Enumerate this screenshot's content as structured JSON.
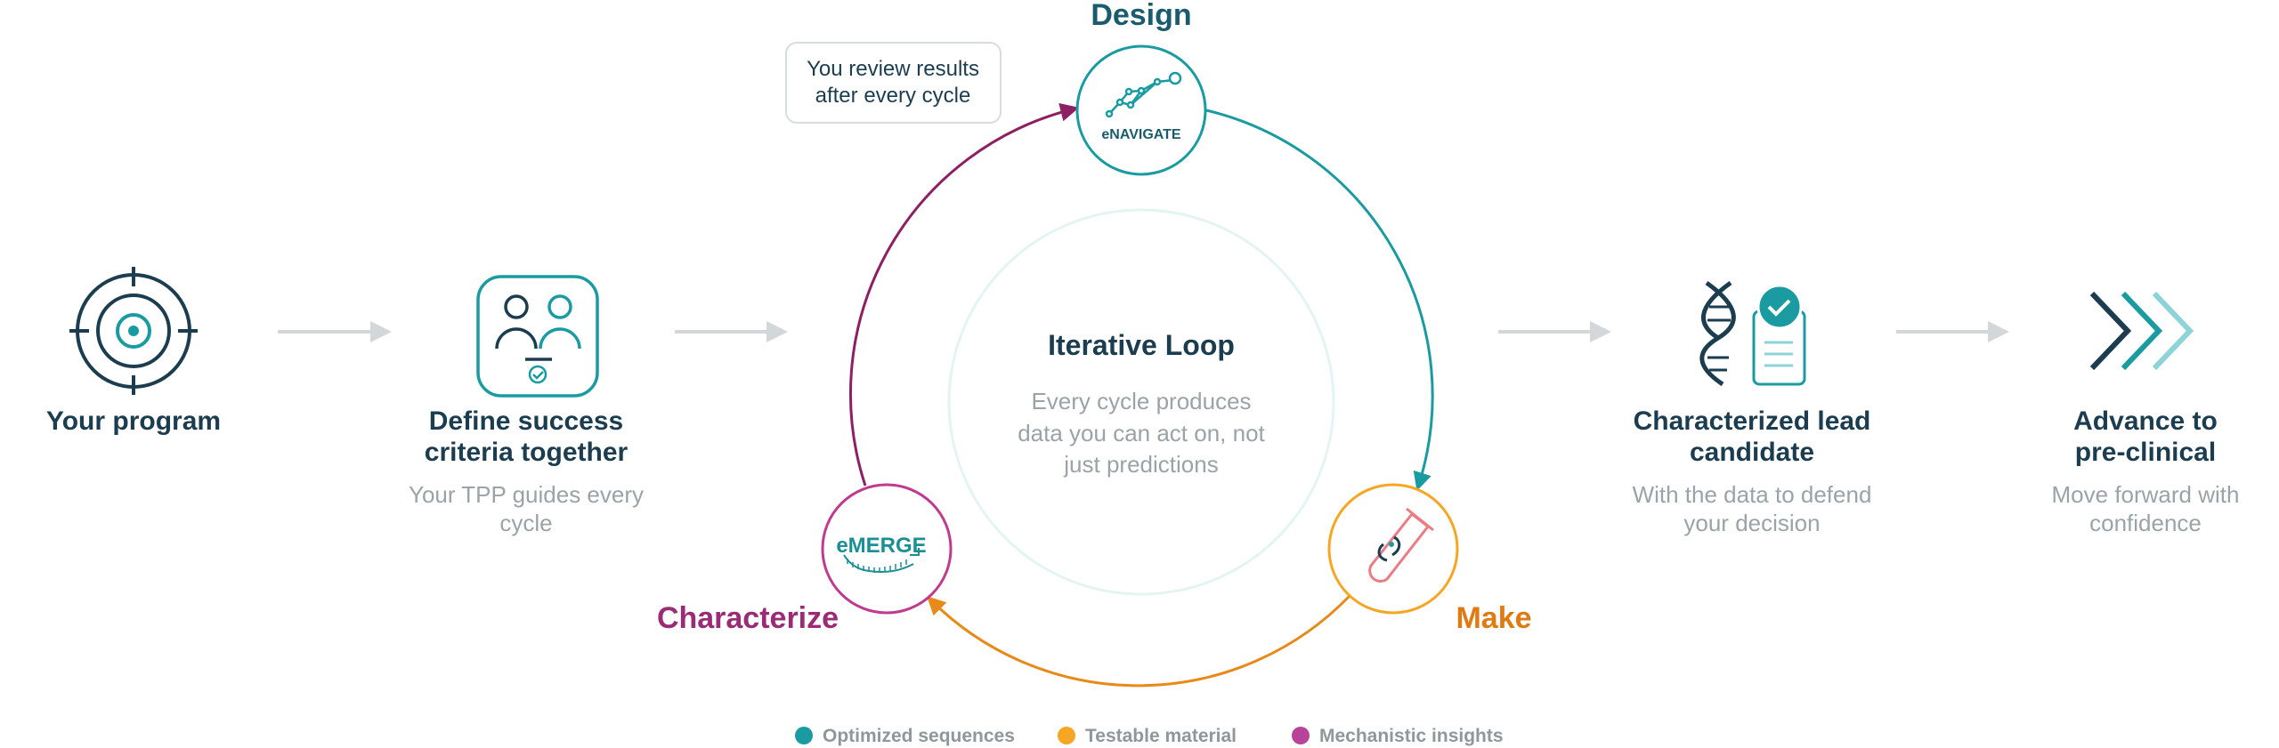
{
  "steps": [
    {
      "id": "program",
      "title_lines": [
        "Your program"
      ],
      "sub_lines": []
    },
    {
      "id": "criteria",
      "title_lines": [
        "Define success",
        "criteria together"
      ],
      "sub_lines": [
        "Your TPP guides every",
        "cycle"
      ]
    },
    {
      "id": "lead",
      "title_lines": [
        "Characterized lead",
        "candidate"
      ],
      "sub_lines": [
        "With the data to defend",
        "your decision"
      ]
    },
    {
      "id": "advance",
      "title_lines": [
        "Advance to",
        "pre-clinical"
      ],
      "sub_lines": [
        "Move forward with",
        "confidence"
      ]
    }
  ],
  "loop": {
    "title": "Iterative Loop",
    "description_lines": [
      "Every cycle produces",
      "data you can act on, not",
      "just predictions"
    ],
    "callout_lines": [
      "You review results",
      "after every cycle"
    ],
    "nodes": {
      "design": {
        "label": "Design",
        "logo": "eNAVIGATE",
        "color": "#1a9ba1",
        "icon": "network-graph-icon"
      },
      "make": {
        "label": "Make",
        "color": "#e88a1a",
        "icon": "test-tube-icon"
      },
      "characterize": {
        "label": "Characterize",
        "logo": "eMERGE",
        "color": "#8e1f63",
        "icon": "emerge-logo-icon"
      }
    }
  },
  "legend": [
    {
      "label": "Optimized sequences",
      "color": "#1a9ba1"
    },
    {
      "label": "Testable material",
      "color": "#f5a623"
    },
    {
      "label": "Mechanistic insights",
      "color": "#b8439a"
    }
  ],
  "colors": {
    "navy": "#1b3d4f",
    "teal": "#1a9ba1",
    "light_teal": "#8dd4d8",
    "arrow_gray": "#d3d7da"
  }
}
